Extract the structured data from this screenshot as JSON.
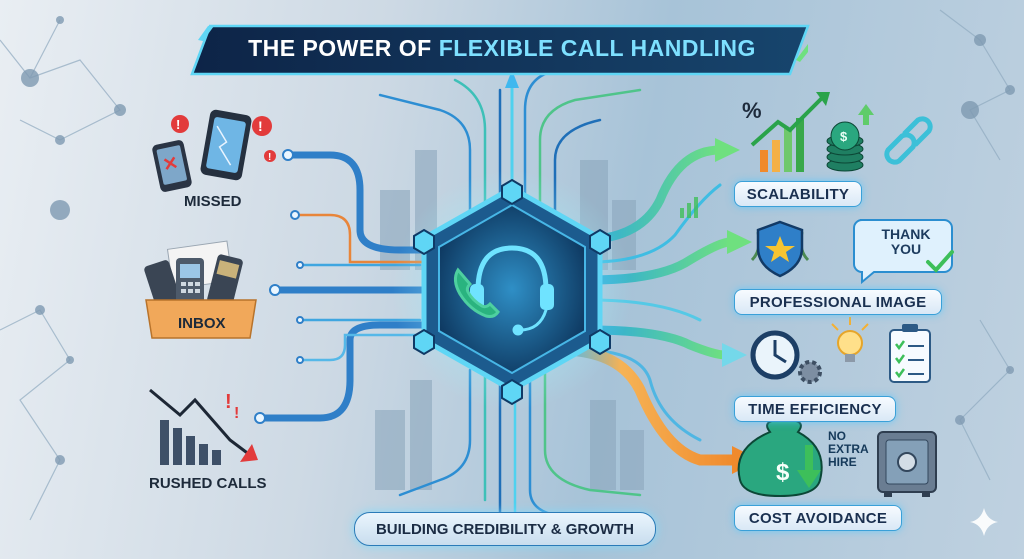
{
  "title": {
    "prefix": "THE POWER OF",
    "highlight": "FLEXIBLE CALL HANDLING"
  },
  "left_issues": [
    {
      "label": "MISSED",
      "icon": "broken-phone-icon"
    },
    {
      "label": "INBOX",
      "icon": "inbox-phones-icon"
    },
    {
      "label": "RUSHED CALLS",
      "icon": "declining-chart-icon"
    }
  ],
  "hub": {
    "icon": "headset-phone-icon"
  },
  "benefits": [
    {
      "label": "SCALABILITY",
      "icon": "growth-chart-coins-icon"
    },
    {
      "label": "PROFESSIONAL IMAGE",
      "icon": "shield-star-icon",
      "bubble": {
        "line1": "THANK",
        "line2": "YOU"
      }
    },
    {
      "label": "TIME EFFICIENCY",
      "icon": "clock-gears-icon"
    },
    {
      "label": "COST AVOIDANCE",
      "icon": "money-bag-icon",
      "note": {
        "line1": "NO",
        "line2": "EXTRA",
        "line3": "HIRE"
      }
    }
  ],
  "footer": "BUILDING CREDIBILITY & GROWTH",
  "colors": {
    "cyan": "#38c8f2",
    "green": "#5fd98a",
    "orange": "#f3a24a",
    "navy": "#0f2a4d",
    "blue": "#2f7fc8"
  }
}
